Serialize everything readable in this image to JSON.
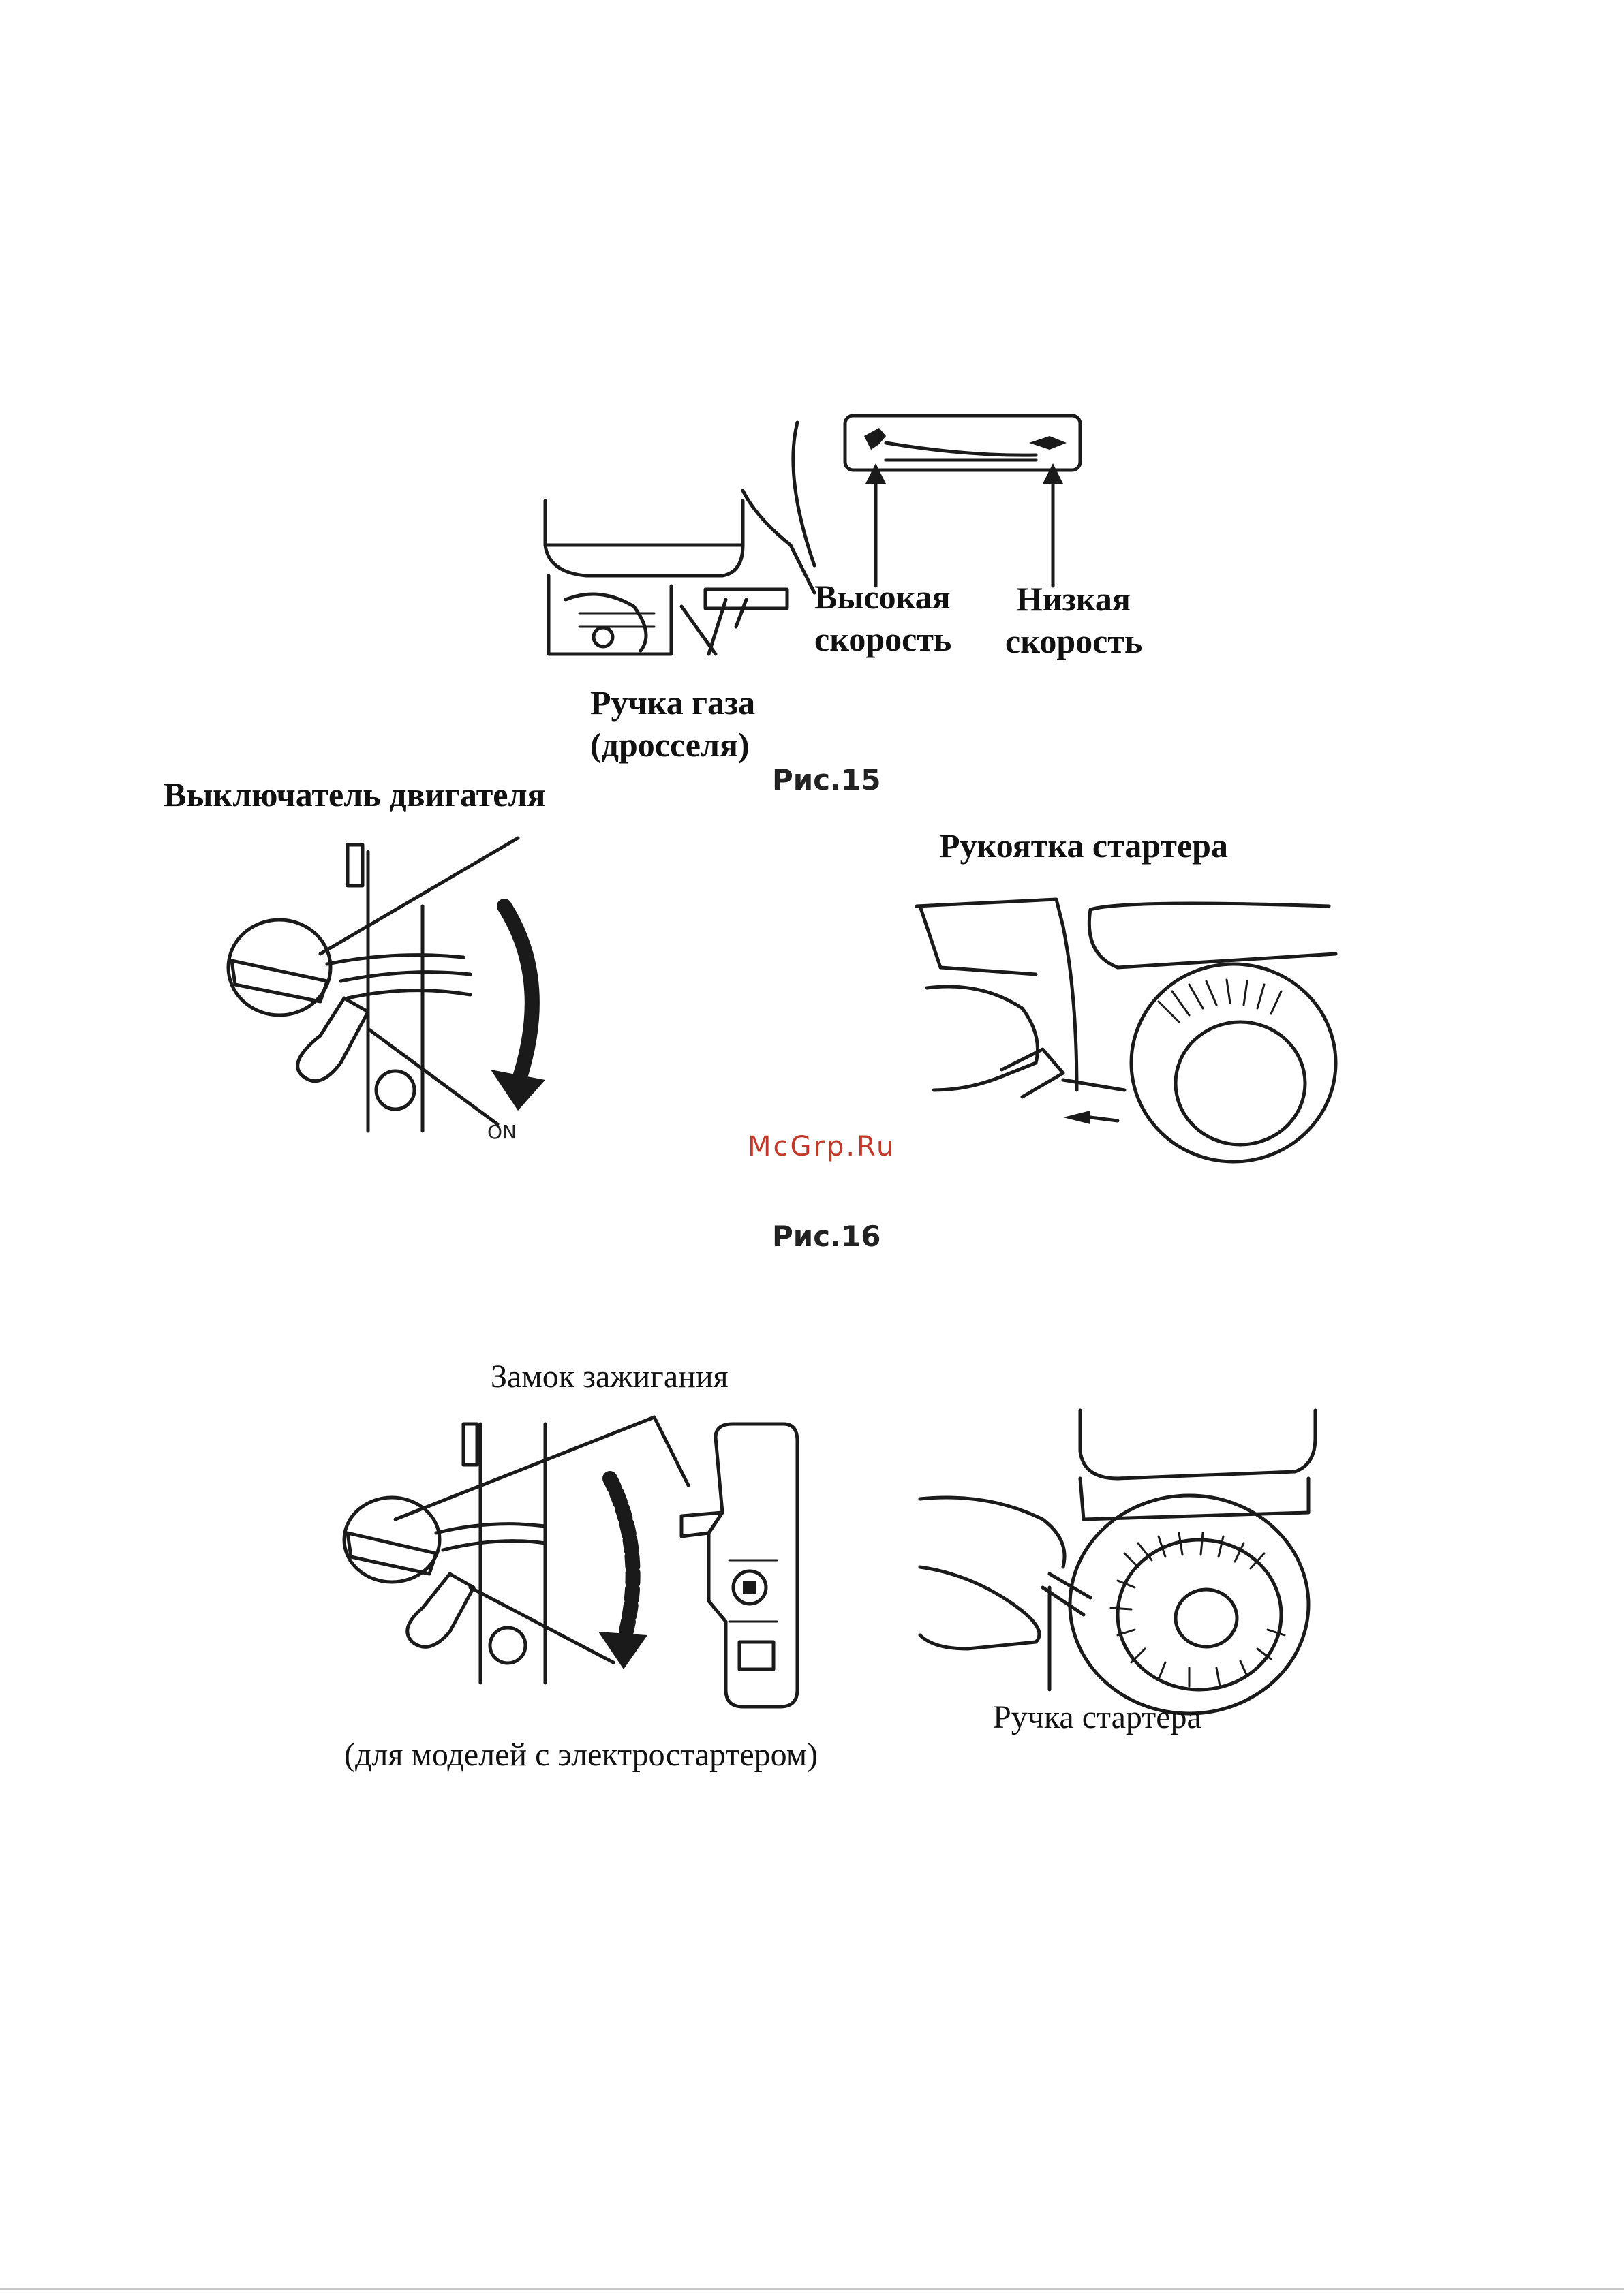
{
  "fig15": {
    "label_high": [
      "Высокая",
      "скорость"
    ],
    "label_low": [
      "Низкая",
      "скорость"
    ],
    "label_throttle": [
      "Ручка газа",
      "(дросселя)"
    ],
    "caption": "Рис.15"
  },
  "fig16": {
    "label_engine_switch": "Выключатель двигателя",
    "label_on": "ON",
    "label_starter_handle": "Рукоятка стартера",
    "caption": "Рис.16"
  },
  "fig17": {
    "label_ignition": "Замок зажигания",
    "label_electric_models": "(для моделей с электростартером)",
    "label_starter_grip": "Ручка стартера"
  },
  "watermark": "McGrp.Ru"
}
